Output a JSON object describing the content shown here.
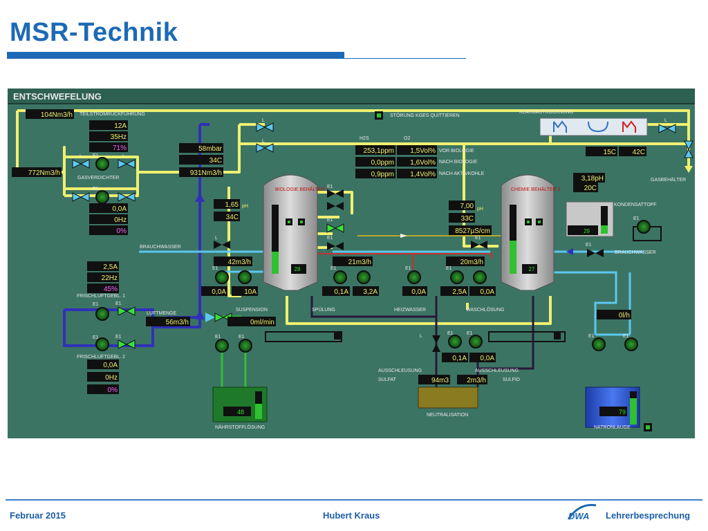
{
  "slide": {
    "title": "MSR-Technik",
    "footer_date": "Februar 2015",
    "footer_author": "Hubert Kraus",
    "footer_event": "Lehrerbesprechung",
    "logo_text": "DWA"
  },
  "scada": {
    "header": "ENTSCHWEFELUNG",
    "labels": {
      "teilstrom": "TEILSTROMRÜCKFÜHRUNG",
      "gasverdichter": "GASVERDICHTER",
      "stoerung": "STÖRUNG KGES QUITTIEREN",
      "klaergastrocknung": "KLÄRGASTROCKNUNG",
      "gasbehaelter": "GASBEHÄLTER",
      "h2s": "H2S",
      "o2": "O2",
      "vor_bio": "VOR BIOLOGIE",
      "nach_bio": "NACH BIOLOGIE",
      "nach_akt": "NACH AKTIVKOHLE",
      "bio_behaelter": "BIOLOGIE BEHÄLTER 1",
      "chemie_behaelter": "CHEMIE BEHÄLTER 2",
      "kondensattopf": "KONDENSATTOPF",
      "brauchwasser_l": "BRAUCHWASSER",
      "brauchwasser_r": "BRAUCHWASSER",
      "frischluft1": "FRISCHLUFTGEBL. 1",
      "frischluft2": "FRISCHLUFTGEBL. 2",
      "luftmenge": "LUFTMENGE",
      "suspension": "SUSPENSION",
      "spuelung": "SPÜLUNG",
      "heizwasser": "HEIZWASSER",
      "waschloesung": "WASCHLÖSUNG",
      "ausschl_sulfat_1": "AUSSCHLEUSUNG",
      "ausschl_sulfat_2": "SULFAT",
      "ausschl_sulfid_1": "AUSSCHLEUSUNG",
      "ausschl_sulfid_2": "SULFID",
      "neutralisation": "NEUTRALISATION",
      "naehrstoff": "NÄHRSTOFFLÖSUNG",
      "natronlauge": "NATRONLAUGE",
      "ph": "pH",
      "ph2": "pH",
      "ph3": "pH",
      "L": "L",
      "E1": "E1"
    },
    "readings": {
      "teilstrom_flow": {
        "v": "104",
        "u": "Nm3/h"
      },
      "main_flow": {
        "v": "772",
        "u": "Nm3/h"
      },
      "gv_current": {
        "v": "12",
        "u": "A"
      },
      "gv_freq": {
        "v": "35",
        "u": "Hz"
      },
      "gv_pct": {
        "v": "71",
        "u": "%"
      },
      "gv2_current": {
        "v": "0,0",
        "u": "A"
      },
      "gv2_freq": {
        "v": "0",
        "u": "Hz"
      },
      "gv2_pct": {
        "v": "0",
        "u": "%"
      },
      "pressure": {
        "v": "58",
        "u": "mbar"
      },
      "gas_temp": {
        "v": "34",
        "u": "C"
      },
      "gas_flow": {
        "v": "931",
        "u": "Nm3/h"
      },
      "h2s_vor": {
        "v": "253,1",
        "u": "ppm"
      },
      "h2s_nach_bio": {
        "v": "0,0",
        "u": "ppm"
      },
      "h2s_nach_akt": {
        "v": "0,9",
        "u": "ppm"
      },
      "o2_vor": {
        "v": "1,5",
        "u": "Vol%"
      },
      "o2_nach_bio": {
        "v": "1,6",
        "u": "Vol%"
      },
      "o2_nach_akt": {
        "v": "1,4",
        "u": "Vol%"
      },
      "kt_temp1": {
        "v": "15",
        "u": "C"
      },
      "kt_temp2": {
        "v": "42",
        "u": "C"
      },
      "b1_ph": {
        "v": "1,65",
        "u": ""
      },
      "b1_temp": {
        "v": "34",
        "u": "C"
      },
      "b2_ph": {
        "v": "7,00",
        "u": ""
      },
      "b2_temp": {
        "v": "33",
        "u": "C"
      },
      "b2_cond": {
        "v": "8527",
        "u": "µS/cm"
      },
      "kond_ph": {
        "v": "3,18",
        "u": "pH"
      },
      "kond_temp": {
        "v": "20",
        "u": "C"
      },
      "kond_level": {
        "v": "29",
        "u": "%"
      },
      "b1_level": {
        "v": "28",
        "u": "%"
      },
      "b2_level": {
        "v": "27",
        "u": "%"
      },
      "susp_flow": {
        "v": "42",
        "u": "m3/h"
      },
      "spuel_flow": {
        "v": "21",
        "u": "m3/h"
      },
      "wasch_flow": {
        "v": "20",
        "u": "m3/h"
      },
      "susp_p1": {
        "v": "0,0",
        "u": "A"
      },
      "susp_p2": {
        "v": "10",
        "u": "A"
      },
      "spuel_p1": {
        "v": "0,1",
        "u": "A"
      },
      "spuel_p2": {
        "v": "3,2",
        "u": "A"
      },
      "heiz_p": {
        "v": "0,0",
        "u": "A"
      },
      "wasch_p1": {
        "v": "2,5",
        "u": "A"
      },
      "wasch_p2": {
        "v": "0,0",
        "u": "A"
      },
      "fl1_current": {
        "v": "2,5",
        "u": "A"
      },
      "fl1_freq": {
        "v": "22",
        "u": "Hz"
      },
      "fl1_pct": {
        "v": "45",
        "u": "%"
      },
      "fl2_current": {
        "v": "0,0",
        "u": "A"
      },
      "fl2_freq": {
        "v": "0",
        "u": "Hz"
      },
      "fl2_pct": {
        "v": "0",
        "u": "%"
      },
      "luftmenge": {
        "v": "56",
        "u": "m3/h"
      },
      "naehr_flow": {
        "v": "0",
        "u": "ml/min"
      },
      "neut_p1": {
        "v": "0,1",
        "u": "A"
      },
      "neut_p2": {
        "v": "0,0",
        "u": "A"
      },
      "sulfat_vol": {
        "v": "94",
        "u": "m3"
      },
      "sulfid_flow": {
        "v": "2",
        "u": "m3/h"
      },
      "naehr_level": {
        "v": "48",
        "u": "%"
      },
      "natron_level": {
        "v": "79",
        "u": "%"
      },
      "natron_flow": {
        "v": "0",
        "u": "l/h"
      }
    },
    "colors": {
      "panel_bg": "#3c7464",
      "gas_pipe": "#f0f070",
      "air_pipe": "#3030b8",
      "water_pipe": "#5bc8f0",
      "heat_pipe": "#c83030",
      "mud_pipe": "#b8a830",
      "dark_pipe": "#281838",
      "valve_green": "#3ae03a",
      "title_blue": "#1c6ab5"
    }
  }
}
